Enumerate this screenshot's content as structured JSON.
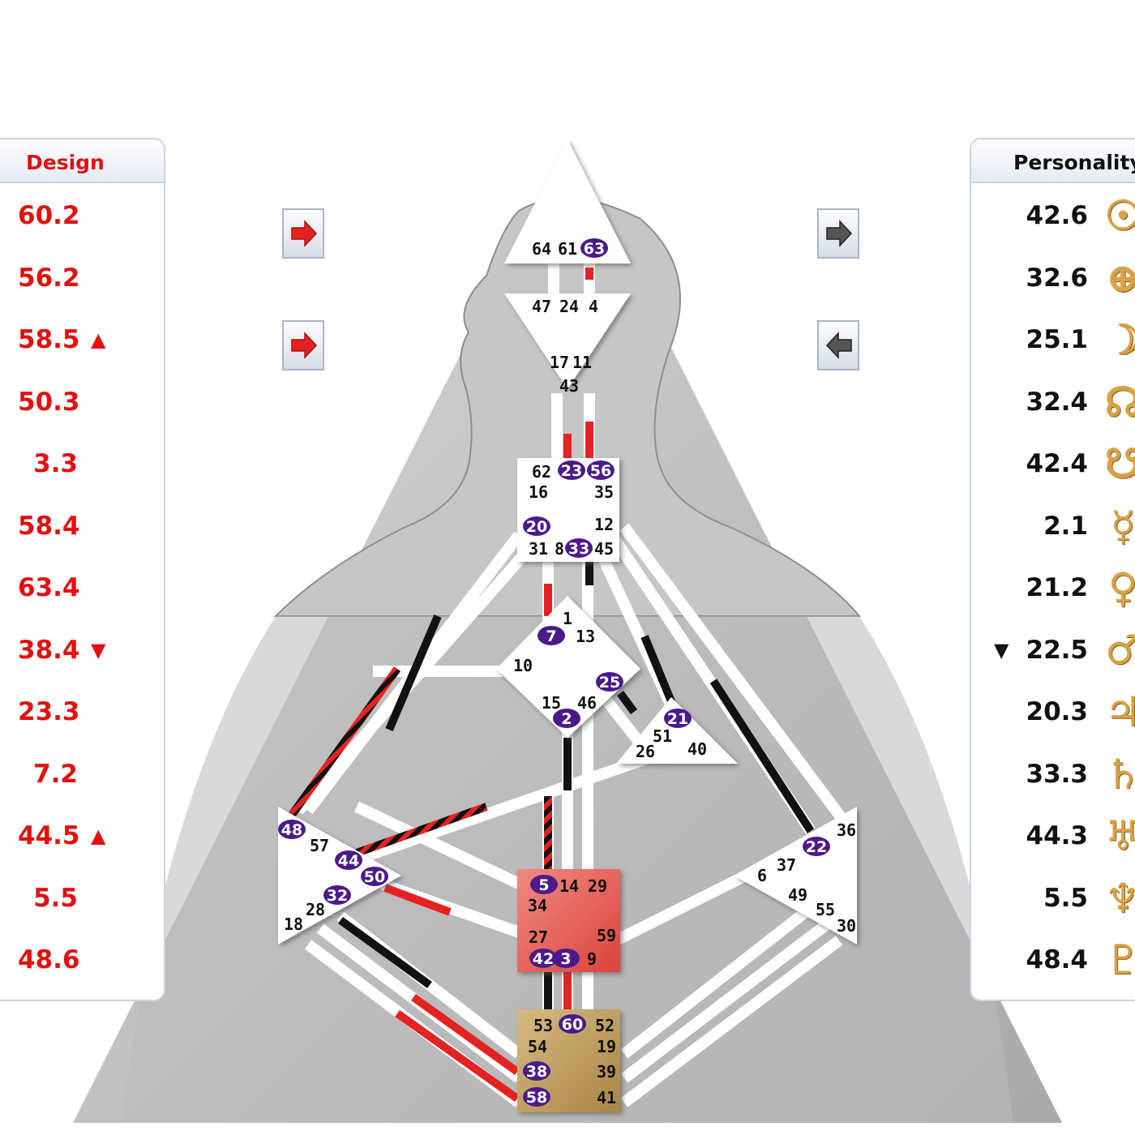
{
  "design": {
    "title": "Design",
    "rows": [
      {
        "icon": "sun-icon",
        "glyph": "☉",
        "value": "60.2",
        "mark": ""
      },
      {
        "icon": "earth-icon",
        "glyph": "⊕",
        "value": "56.2",
        "mark": ""
      },
      {
        "icon": "moon-icon",
        "glyph": "☽",
        "value": "58.5",
        "mark": "▲"
      },
      {
        "icon": "north-node-icon",
        "glyph": "☊",
        "value": "50.3",
        "mark": ""
      },
      {
        "icon": "south-node-icon",
        "glyph": "☋",
        "value": "3.3",
        "mark": ""
      },
      {
        "icon": "mercury-icon",
        "glyph": "☿",
        "value": "58.4",
        "mark": ""
      },
      {
        "icon": "venus-icon",
        "glyph": "♀",
        "value": "63.4",
        "mark": ""
      },
      {
        "icon": "mars-icon",
        "glyph": "♂",
        "value": "38.4",
        "mark": "▼"
      },
      {
        "icon": "jupiter-icon",
        "glyph": "♃",
        "value": "23.3",
        "mark": ""
      },
      {
        "icon": "saturn-icon",
        "glyph": "♄",
        "value": "7.2",
        "mark": ""
      },
      {
        "icon": "uranus-icon",
        "glyph": "♅",
        "value": "44.5",
        "mark": "▲"
      },
      {
        "icon": "neptune-icon",
        "glyph": "♆",
        "value": "5.5",
        "mark": ""
      },
      {
        "icon": "pluto-icon",
        "glyph": "♇",
        "value": "48.6",
        "mark": ""
      }
    ]
  },
  "personality": {
    "title": "Personality",
    "rows": [
      {
        "icon": "sun-icon",
        "glyph": "☉",
        "value": "42.6",
        "mark": ""
      },
      {
        "icon": "earth-icon",
        "glyph": "⊕",
        "value": "32.6",
        "mark": ""
      },
      {
        "icon": "moon-icon",
        "glyph": "☽",
        "value": "25.1",
        "mark": ""
      },
      {
        "icon": "north-node-icon",
        "glyph": "☊",
        "value": "32.4",
        "mark": ""
      },
      {
        "icon": "south-node-icon",
        "glyph": "☋",
        "value": "42.4",
        "mark": ""
      },
      {
        "icon": "mercury-icon",
        "glyph": "☿",
        "value": "2.1",
        "mark": ""
      },
      {
        "icon": "venus-icon",
        "glyph": "♀",
        "value": "21.2",
        "mark": ""
      },
      {
        "icon": "mars-icon",
        "glyph": "♂",
        "value": "22.5",
        "mark": "▼"
      },
      {
        "icon": "jupiter-icon",
        "glyph": "♃",
        "value": "20.3",
        "mark": ""
      },
      {
        "icon": "saturn-icon",
        "glyph": "♄",
        "value": "33.3",
        "mark": ""
      },
      {
        "icon": "uranus-icon",
        "glyph": "♅",
        "value": "44.3",
        "mark": ""
      },
      {
        "icon": "neptune-icon",
        "glyph": "♆",
        "value": "5.5",
        "mark": ""
      },
      {
        "icon": "pluto-icon",
        "glyph": "♇",
        "value": "48.4",
        "mark": ""
      }
    ]
  },
  "nav_buttons": [
    {
      "name": "design-next-button-top",
      "icon": "arrow-right-icon",
      "color": "#e52222"
    },
    {
      "name": "design-next-button-bottom",
      "icon": "arrow-right-icon",
      "color": "#e52222"
    },
    {
      "name": "personality-next-button",
      "icon": "arrow-right-icon",
      "color": "#555555"
    },
    {
      "name": "personality-prev-button",
      "icon": "arrow-left-icon",
      "color": "#555555"
    }
  ],
  "colors": {
    "design": "#e11111",
    "personality": "#111111",
    "activated_gate": "#4b1a8a",
    "sacral_center": "#e2544c",
    "root_center": "#b9945a",
    "defined_channel_personality": "#111111",
    "defined_channel_design": "#e52222"
  },
  "bodygraph": {
    "centers": {
      "head": {
        "gates": [
          "64",
          "61",
          "63"
        ]
      },
      "ajna": {
        "gates": [
          "47",
          "24",
          "4",
          "17",
          "11",
          "43"
        ]
      },
      "throat": {
        "gates": [
          "62",
          "23",
          "56",
          "16",
          "35",
          "20",
          "12",
          "31",
          "8",
          "33",
          "45"
        ]
      },
      "g": {
        "gates": [
          "1",
          "7",
          "13",
          "10",
          "25",
          "15",
          "46",
          "2"
        ]
      },
      "heart": {
        "gates": [
          "21",
          "51",
          "26",
          "40"
        ]
      },
      "spleen": {
        "gates": [
          "48",
          "57",
          "44",
          "50",
          "32",
          "28",
          "18"
        ]
      },
      "solar_plexus": {
        "gates": [
          "36",
          "22",
          "37",
          "6",
          "49",
          "55",
          "30"
        ]
      },
      "sacral": {
        "gates": [
          "5",
          "14",
          "29",
          "34",
          "27",
          "59",
          "42",
          "3",
          "9"
        ]
      },
      "root": {
        "gates": [
          "53",
          "60",
          "52",
          "54",
          "19",
          "38",
          "39",
          "58",
          "41"
        ]
      }
    },
    "activated_gates": [
      "63",
      "23",
      "56",
      "20",
      "33",
      "7",
      "25",
      "2",
      "21",
      "48",
      "44",
      "50",
      "32",
      "22",
      "5",
      "42",
      "3",
      "60",
      "38",
      "58"
    ]
  }
}
